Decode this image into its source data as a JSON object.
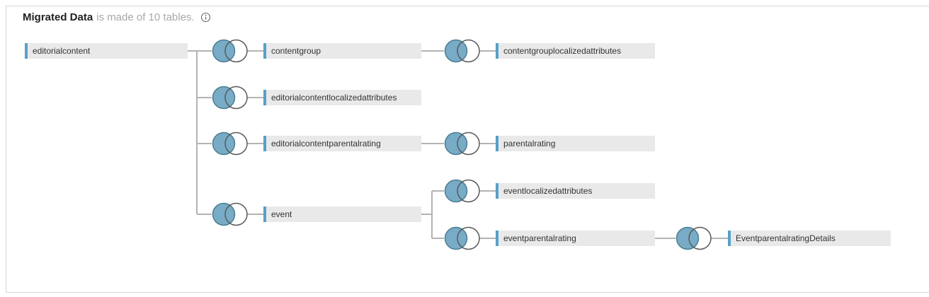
{
  "header": {
    "title": "Migrated Data",
    "subtitle": "is made of 10 tables.",
    "info_icon": "info-icon"
  },
  "tables": [
    {
      "id": "editorialcontent",
      "label": "editorialcontent"
    },
    {
      "id": "contentgroup",
      "label": "contentgroup"
    },
    {
      "id": "contentgrouplocalizedattributes",
      "label": "contentgrouplocalizedattributes"
    },
    {
      "id": "editorialcontentlocalizedattributes",
      "label": "editorialcontentlocalizedattributes"
    },
    {
      "id": "editorialcontentparentalrating",
      "label": "editorialcontentparentalrating"
    },
    {
      "id": "parentalrating",
      "label": "parentalrating"
    },
    {
      "id": "event",
      "label": "event"
    },
    {
      "id": "eventlocalizedattributes",
      "label": "eventlocalizedattributes"
    },
    {
      "id": "eventparentalrating",
      "label": "eventparentalrating"
    },
    {
      "id": "EventparentalratingDetails",
      "label": "EventparentalratingDetails"
    }
  ],
  "joins": [
    {
      "id": "join-editorialcontent-contentgroup",
      "type": "left",
      "icon": "venn-left-join-icon"
    },
    {
      "id": "join-editorialcontent-editorialcontentlocalizedattributes",
      "type": "left",
      "icon": "venn-left-join-icon"
    },
    {
      "id": "join-editorialcontent-editorialcontentparentalrating",
      "type": "left",
      "icon": "venn-left-join-icon"
    },
    {
      "id": "join-editorialcontent-event",
      "type": "left",
      "icon": "venn-left-join-icon"
    },
    {
      "id": "join-contentgroup-contentgrouplocalizedattributes",
      "type": "left",
      "icon": "venn-left-join-icon"
    },
    {
      "id": "join-editorialcontentparentalrating-parentalrating",
      "type": "left",
      "icon": "venn-left-join-icon"
    },
    {
      "id": "join-event-eventlocalizedattributes",
      "type": "left",
      "icon": "venn-left-join-icon"
    },
    {
      "id": "join-event-eventparentalrating",
      "type": "left",
      "icon": "venn-left-join-icon"
    },
    {
      "id": "join-eventparentalrating-EventparentalratingDetails",
      "type": "left",
      "icon": "venn-left-join-icon"
    }
  ],
  "colors": {
    "accent_blue": "#58a0c8",
    "node_bg": "#e9e9e9",
    "node_text": "#333333",
    "connector_gray": "#b3b3b3",
    "venn_fill": "#77abc6",
    "venn_left_stroke": "#4d7d94",
    "venn_right_stroke": "#5a5a5a",
    "canvas_border": "#d6d6d6",
    "subtitle_gray": "#a8a8a8",
    "title_dark": "#212121"
  }
}
